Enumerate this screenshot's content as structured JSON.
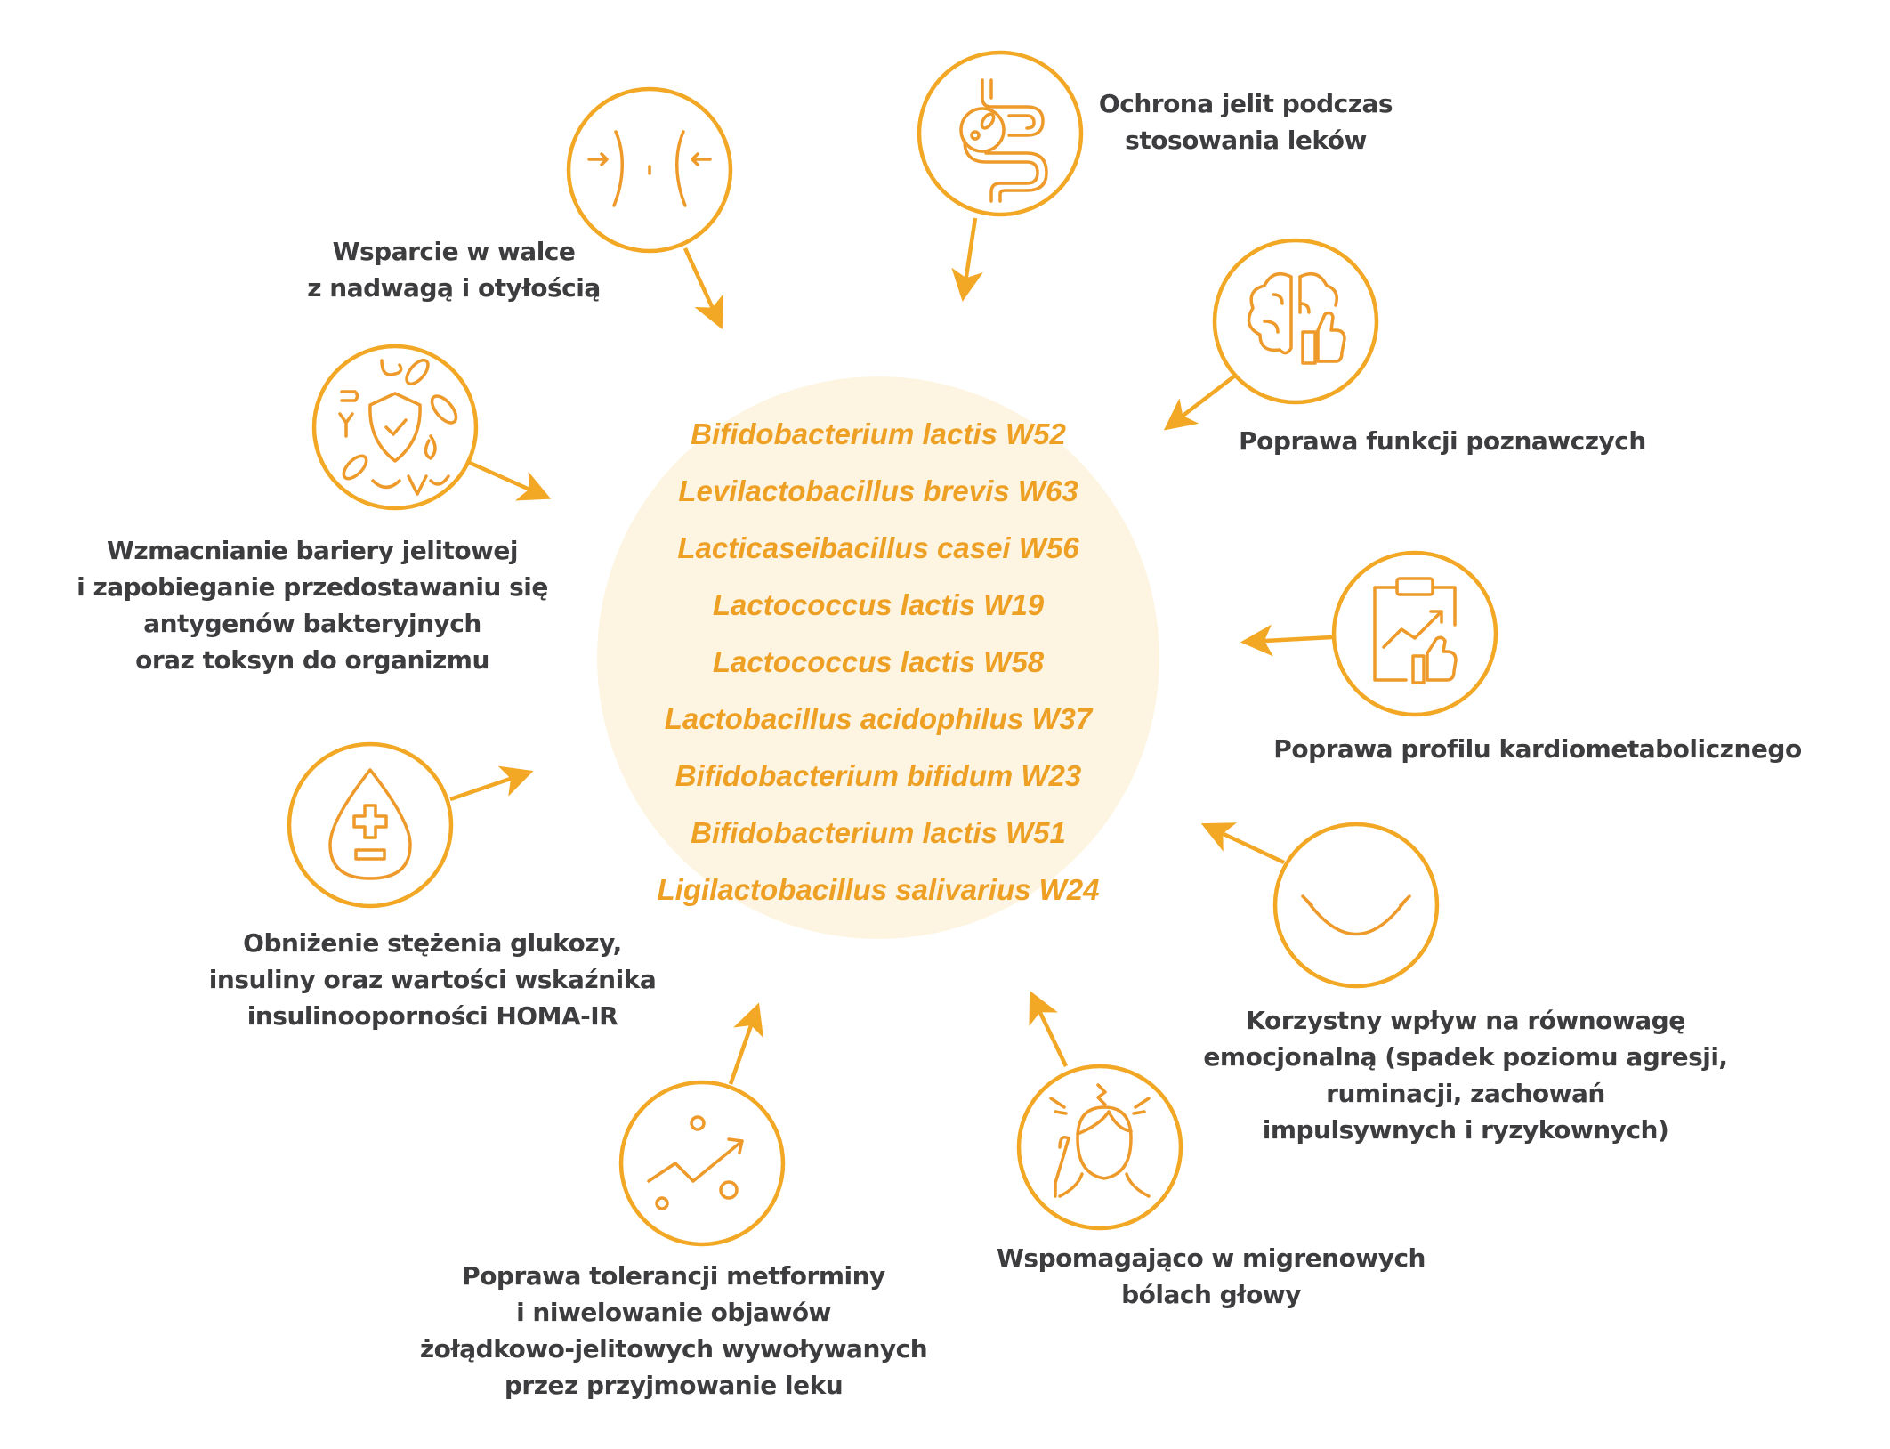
{
  "colors": {
    "accent": "#f2a824",
    "icon": "#ee9a2a",
    "center_fill": "#fdf5e2",
    "text": "#3d3d3f"
  },
  "strains": [
    "Bifidobacterium lactis W52",
    "Levilactobacillus brevis W63",
    "Lacticaseibacillus casei W56",
    "Lactococcus lactis W19",
    "Lactococcus lactis W58",
    "Lactobacillus acidophilus W37",
    "Bifidobacterium bifidum W23",
    "Bifidobacterium lactis W51",
    "Ligilactobacillus salivarius W24"
  ],
  "benefits": [
    {
      "icon": "waist-icon",
      "lines": [
        "Wsparcie w walce",
        "z nadwagą i otyłością"
      ]
    },
    {
      "icon": "intestine-icon",
      "lines": [
        "Ochrona jelit podczas",
        "stosowania leków"
      ]
    },
    {
      "icon": "brain-thumbs-up-icon",
      "lines": [
        "Poprawa funkcji poznawczych"
      ]
    },
    {
      "icon": "clipboard-chart-icon",
      "lines": [
        "Poprawa profilu kardiometabolicznego"
      ]
    },
    {
      "icon": "smile-icon",
      "lines": [
        "Korzystny wpływ na równowagę",
        "emocjonalną (spadek poziomu agresji,",
        "ruminacji, zachowań",
        "impulsywnych i ryzykownych)"
      ]
    },
    {
      "icon": "migraine-head-icon",
      "lines": [
        "Wspomagająco w migrenowych",
        "bólach głowy"
      ]
    },
    {
      "icon": "trend-chart-icon",
      "lines": [
        "Poprawa tolerancji metforminy",
        "i niwelowanie objawów",
        "żołądkowo-jelitowych wywoływanych",
        "przez przyjmowanie leku"
      ]
    },
    {
      "icon": "blood-drop-icon",
      "lines": [
        "Obniżenie stężenia glukozy,",
        "insuliny oraz wartości wskaźnika",
        "insulinooporności HOMA-IR"
      ]
    },
    {
      "icon": "shield-bacteria-icon",
      "lines": [
        "Wzmacnianie bariery jelitowej",
        "i zapobieganie przedostawaniu się",
        "antygenów bakteryjnych",
        "oraz toksyn do organizmu"
      ]
    }
  ]
}
